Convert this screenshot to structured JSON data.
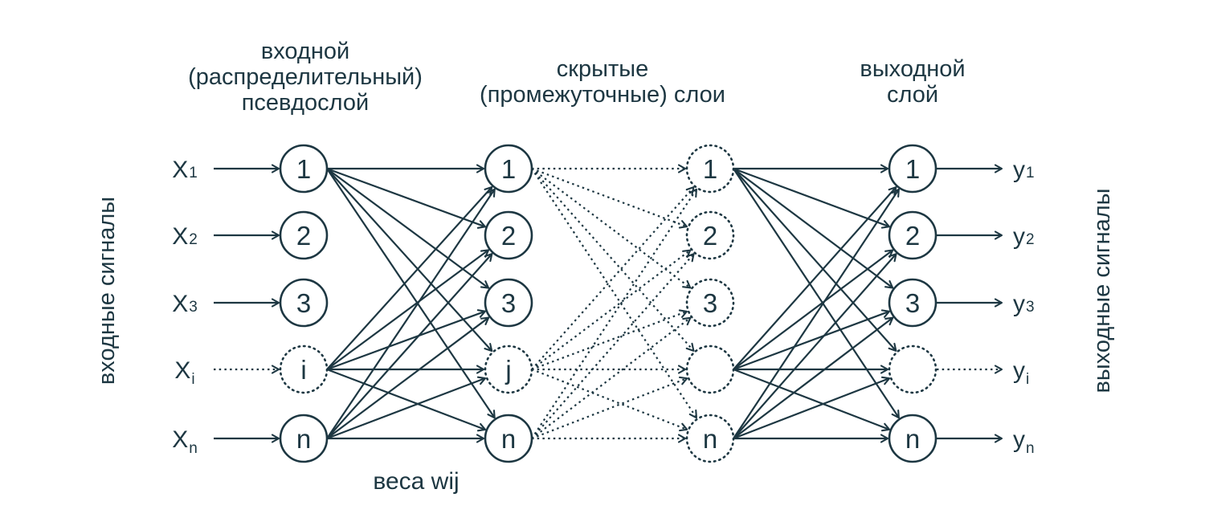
{
  "headers": {
    "input_layer": "входной\n(распределительный)\nпсевдослой",
    "hidden_layers": "скрытые\n(промежуточные) слои",
    "output_layer": "выходной\nслой"
  },
  "side_labels": {
    "left": "входные сигналы",
    "right": "выходные сигналы"
  },
  "weights_label": "веса wij",
  "colors": {
    "ink": "#1d3742",
    "background": "#ffffff"
  },
  "network": {
    "inputs": [
      {
        "base": "X",
        "sub": "1",
        "dashed": false
      },
      {
        "base": "X",
        "sub": "2",
        "dashed": false
      },
      {
        "base": "X",
        "sub": "3",
        "dashed": false
      },
      {
        "base": "X",
        "sub": "i",
        "dashed": true
      },
      {
        "base": "X",
        "sub": "n",
        "dashed": false
      }
    ],
    "outputs": [
      {
        "base": "y",
        "sub": "1",
        "dashed": false
      },
      {
        "base": "y",
        "sub": "2",
        "dashed": false
      },
      {
        "base": "y",
        "sub": "3",
        "dashed": false
      },
      {
        "base": "y",
        "sub": "i",
        "dashed": true
      },
      {
        "base": "y",
        "sub": "n",
        "dashed": false
      }
    ],
    "layers": [
      {
        "name": "input-pseudolayer",
        "nodes": [
          {
            "label": "1",
            "dashed": false
          },
          {
            "label": "2",
            "dashed": false
          },
          {
            "label": "3",
            "dashed": false
          },
          {
            "label": "i",
            "dashed": true
          },
          {
            "label": "n",
            "dashed": false
          }
        ]
      },
      {
        "name": "hidden-layer-1",
        "nodes": [
          {
            "label": "1",
            "dashed": false
          },
          {
            "label": "2",
            "dashed": false
          },
          {
            "label": "3",
            "dashed": false
          },
          {
            "label": "j",
            "dashed": true
          },
          {
            "label": "n",
            "dashed": false
          }
        ]
      },
      {
        "name": "hidden-layer-2",
        "nodes": [
          {
            "label": "1",
            "dashed": true
          },
          {
            "label": "2",
            "dashed": true
          },
          {
            "label": "3",
            "dashed": true
          },
          {
            "label": "",
            "dashed": true
          },
          {
            "label": "n",
            "dashed": true
          }
        ]
      },
      {
        "name": "output-layer",
        "nodes": [
          {
            "label": "1",
            "dashed": false
          },
          {
            "label": "2",
            "dashed": false
          },
          {
            "label": "3",
            "dashed": false
          },
          {
            "label": "",
            "dashed": true
          },
          {
            "label": "n",
            "dashed": false
          }
        ]
      }
    ],
    "connections": [
      {
        "from_layer": 0,
        "to_layer": 1,
        "from_nodes": [
          0,
          3,
          4
        ],
        "style": "solid"
      },
      {
        "from_layer": 1,
        "to_layer": 2,
        "from_nodes": [
          0,
          3,
          4
        ],
        "style": "dotted"
      },
      {
        "from_layer": 2,
        "to_layer": 3,
        "from_nodes": [
          0,
          3,
          4
        ],
        "style": "solid"
      }
    ]
  }
}
